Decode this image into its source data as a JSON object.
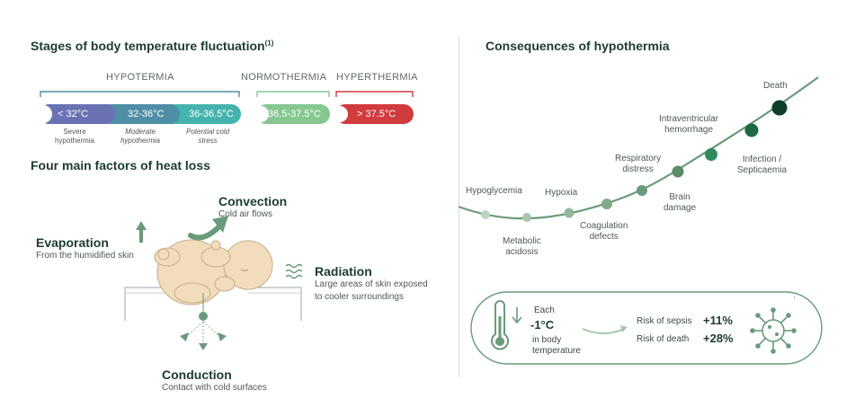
{
  "left": {
    "stages_title": "Stages of body temperature fluctuation",
    "stages_sup": "(1)",
    "groups": [
      "HYPOTERMIA",
      "NORMOTHERMIA",
      "HYPERTHERMIA"
    ],
    "pills": [
      "< 32°C",
      "32-36°C",
      "36-36.5°C",
      "36.5-37.5°C",
      "> 37.5°C"
    ],
    "notes": [
      {
        "l1": "Severe",
        "l2": "hypothermia"
      },
      {
        "l1": "Moderate",
        "l2": "hypothermia"
      },
      {
        "l1": "Potential cold",
        "l2": "stress"
      }
    ],
    "heat_title": "Four main factors of heat loss",
    "factors": {
      "convection": {
        "title": "Convection",
        "desc": "Cold air flows"
      },
      "evaporation": {
        "title": "Evaporation",
        "desc": "From the humidified skin"
      },
      "radiation": {
        "title": "Radiation",
        "desc1": "Large areas of skin exposed",
        "desc2": "to cooler surroundings"
      },
      "conduction": {
        "title": "Conduction",
        "desc": "Contact with cold surfaces"
      }
    }
  },
  "right": {
    "title": "Consequences of hypothermia",
    "events": {
      "hypoglycemia": "Hypoglycemia",
      "metabolic1": "Metabolic",
      "metabolic2": "acidosis",
      "hypoxia": "Hypoxia",
      "coag1": "Coagulation",
      "coag2": "defects",
      "resp1": "Respiratory",
      "resp2": "distress",
      "brain1": "Brain",
      "brain2": "damage",
      "ivh1": "Intraventricular",
      "ivh2": "hemorrhage",
      "inf1": "Infection /",
      "inf2": "Septicaemia",
      "death": "Death"
    },
    "box": {
      "each": "Each",
      "drop": "-1°C",
      "in1": "in body",
      "in2": "temperature",
      "sepsis_label": "Risk of sepsis",
      "sepsis_value": "+11%",
      "death_label": "Risk of death",
      "death_value": "+28%",
      "mark": "i"
    }
  },
  "colors": {
    "severe": "#6a72b4",
    "moderate": "#4f8fa6",
    "cold_stress": "#45b3ad",
    "normal": "#86c790",
    "hyper": "#d13b3e",
    "accent": "#6a9a7a"
  }
}
